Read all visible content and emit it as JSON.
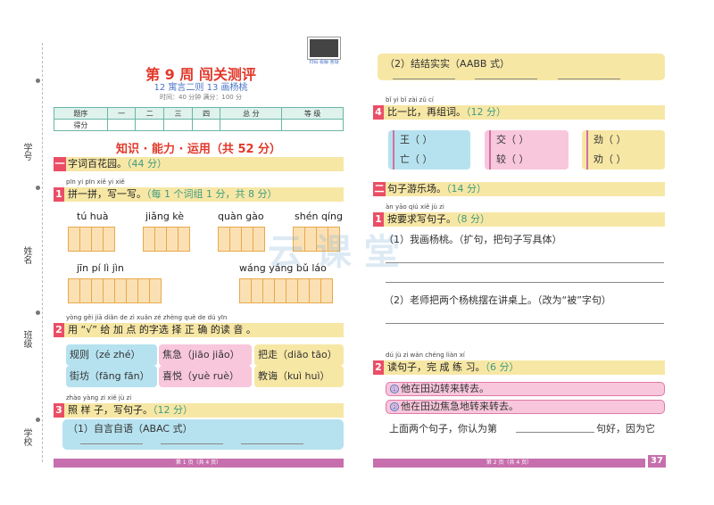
{
  "sidebar": {
    "labels": [
      "学号",
      "姓名",
      "班级",
      "学校"
    ]
  },
  "qr": {
    "caption": "扫码·看解·答疑"
  },
  "header": {
    "title": "第 9 周  闯关测评",
    "subtitle": "12  寓言二则   13  画杨桃",
    "meta": "时间：40 分钟     满分：100 分"
  },
  "score_table": {
    "row1": [
      "题序",
      "一",
      "二",
      "三",
      "四",
      "总 分",
      "等 级"
    ],
    "row2": [
      "得分",
      "",
      "",
      "",
      "",
      "",
      ""
    ]
  },
  "section_title": "知识 · 能力 · 运用（共 52 分）",
  "sec1": {
    "num": "一",
    "title": "字词百花园。",
    "pts": "（44 分）"
  },
  "q1": {
    "num": "1",
    "pinyin": "pīn  yi pīn     xiě yi xiě",
    "title": "拼一拼，写一写。",
    "pts": "（每 1 个词组 1 分，共 8 分）",
    "row1": [
      "tú   huà",
      "jiǎng kè",
      "quàn gào",
      "shén qíng"
    ],
    "row2": [
      "jīn    pí     lì     jìn",
      "wáng yáng  bǔ    láo"
    ]
  },
  "q2": {
    "num": "2",
    "pinyin": "yòng        gěi jiā diǎn de zì xuǎn zé zhèng què de dú yīn",
    "title": "用 “√” 给 加 点 的字选 择 正 确 的读 音 。",
    "items": [
      "规则（zé   zhé）",
      "焦急（jiāo  jiǎo）",
      "把走（diāo tāo）",
      "街坊（fāng fān）",
      "喜悦（yuè  ruè）",
      "教诲（kuì   huì）"
    ]
  },
  "q3": {
    "num": "3",
    "pinyin": "zhào yàng zi      xiě jù zi",
    "title": "照  样 子，写句子。",
    "pts": "（12 分）",
    "p1": "（1）自言自语（ABAC 式）"
  },
  "footer_left": "第 1 页（共 4 页）",
  "right": {
    "p2": "（2）结结实实（AABB 式）",
    "q4": {
      "num": "4",
      "pinyin": "bǐ yi bǐ      zài zǔ cí",
      "title": "比一比，再组词。",
      "pts": "（12 分）",
      "pairs": [
        [
          "王（         ）",
          "亡（         ）"
        ],
        [
          "交（         ）",
          "较（         ）"
        ],
        [
          "劲（         ）",
          "劝（         ）"
        ]
      ]
    },
    "sec2": {
      "num": "二",
      "title": "句子游乐场。",
      "pts": "（14 分）"
    },
    "r1": {
      "num": "1",
      "pinyin": "àn yāo qiú xiě jù zi",
      "title": "按要求写句子。",
      "pts": "（8 分）",
      "s1": "（1）我画杨桃。（扩句，把句子写具体）",
      "s2": "（2）老师把两个杨桃摆在讲桌上。（改为“被”字句）"
    },
    "r2": {
      "num": "2",
      "pinyin": "dú jù zi      wán chéng liàn xí",
      "title": "读句子，完  成  练 习。",
      "pts": "（6 分）",
      "l1": "他在田边转来转去。",
      "l2": "他在田边焦急地转来转去。",
      "c1": "①",
      "c2": "②",
      "tail": "上面两个句子，你认为第",
      "tail2": "句好，因为它"
    },
    "footer": "第 2 页（共 4 页）",
    "page_num": "37"
  },
  "watermark": "云 课 堂"
}
